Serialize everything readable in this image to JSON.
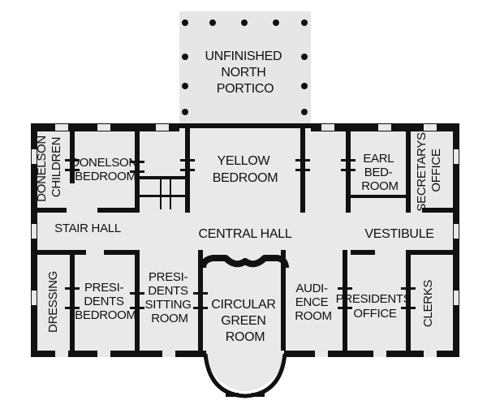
{
  "plan": {
    "rooms": {
      "north_portico": [
        "UNFINISHED",
        "NORTH",
        "PORTICO"
      ],
      "donelson_children": [
        "DONELSON",
        "CHILDREN"
      ],
      "donelson_bedroom": [
        "DONELSON",
        "BEDROOM"
      ],
      "yellow_bedroom": [
        "YELLOW",
        "BEDROOM"
      ],
      "earl_bedroom": [
        "EARL",
        "BED-",
        "ROOM"
      ],
      "secretarys_office": [
        "SECRETARYS",
        "OFFICE"
      ],
      "stair_hall": "STAIR HALL",
      "central_hall": "CENTRAL HALL",
      "vestibule": "VESTIBULE",
      "dressing": "DRESSING",
      "presidents_bedroom": [
        "PRESI-",
        "DENTS",
        "BEDROOM"
      ],
      "presidents_sitting_room": [
        "PRESI-",
        "DENTS",
        "SITTING",
        "ROOM"
      ],
      "circular_green_room": [
        "CIRCULAR",
        "GREEN",
        "ROOM"
      ],
      "audience_room": [
        "AUDI-",
        "ENCE",
        "ROOM"
      ],
      "presidents_office": [
        "PRESIDENTS",
        "OFFICE"
      ],
      "clerks": "CLERKS"
    }
  }
}
